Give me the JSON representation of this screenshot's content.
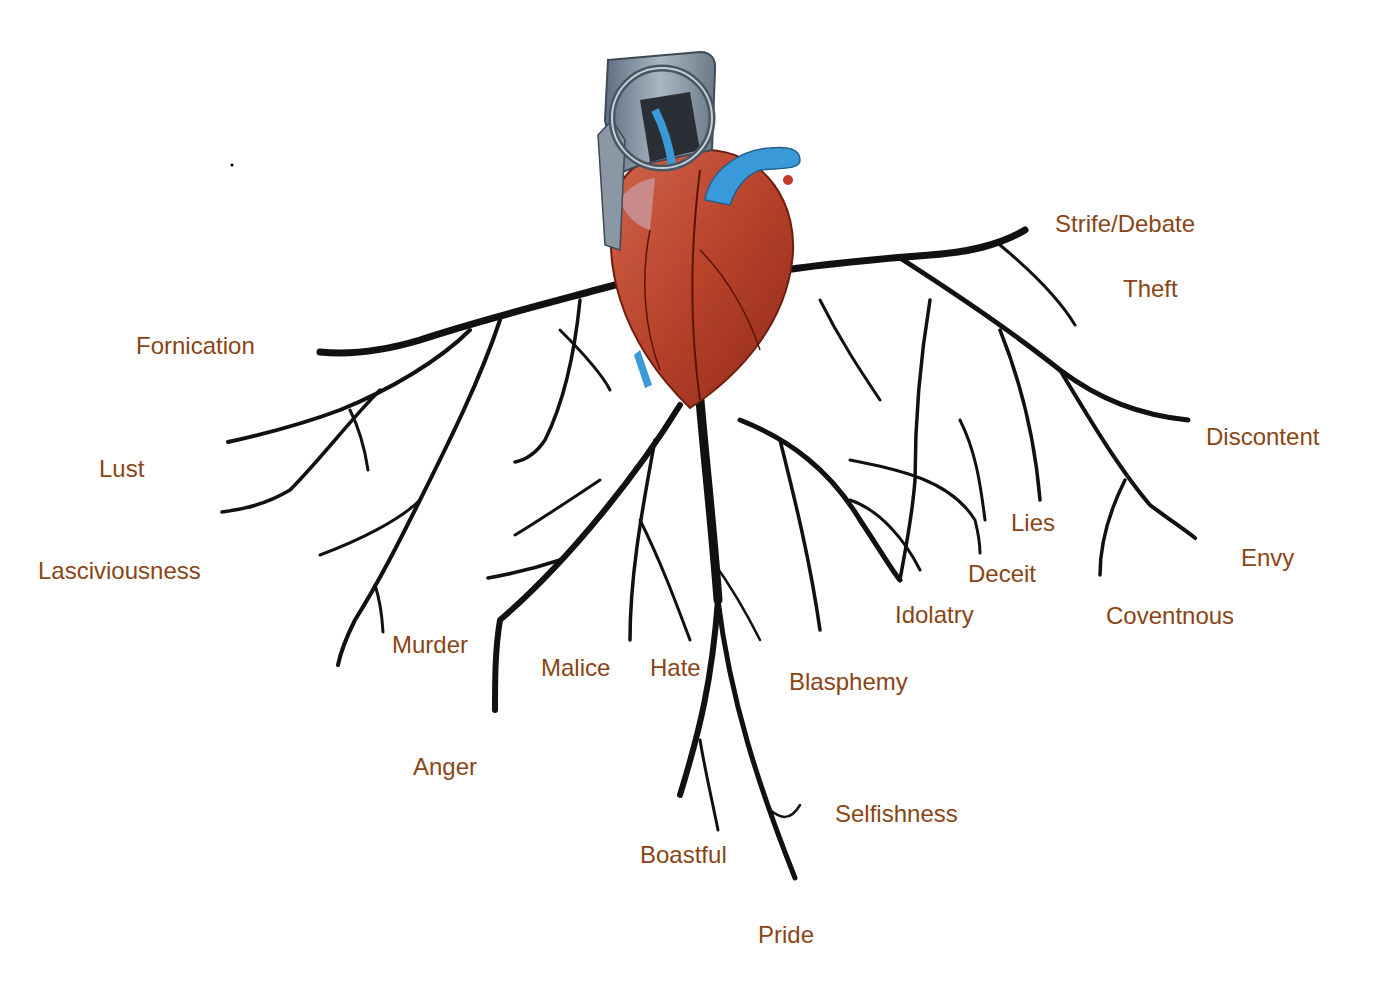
{
  "diagram": {
    "labels": [
      "Strife/Debate",
      "Theft",
      "Fornication",
      "Discontent",
      "Lust",
      "Lies",
      "Envy",
      "Lasciviousness",
      "Deceit",
      "Idolatry",
      "Coventnous",
      "Murder",
      "Malice",
      "Hate",
      "Blasphemy",
      "Anger",
      "Selfishness",
      "Boastful",
      "Pride"
    ]
  }
}
